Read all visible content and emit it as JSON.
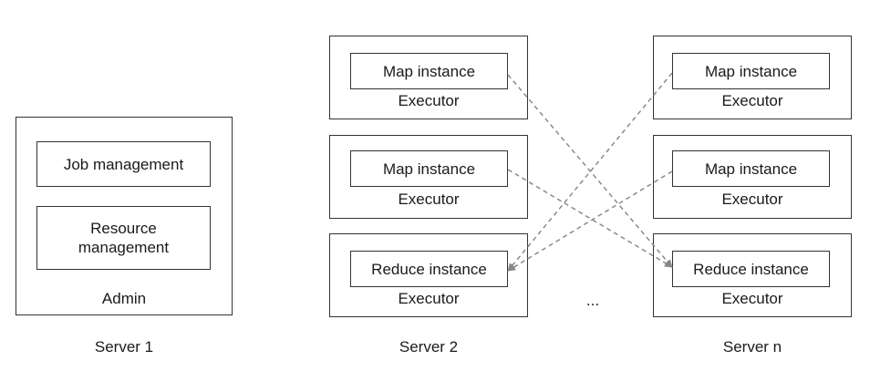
{
  "admin": {
    "job": "Job management",
    "resource_line1": "Resource",
    "resource_line2": "management",
    "label": "Admin",
    "caption": "Server 1"
  },
  "server2": {
    "exec1_inner": "Map instance",
    "exec2_inner": "Map instance",
    "exec3_inner": "Reduce instance",
    "executor_label": "Executor",
    "caption": "Server 2"
  },
  "servern": {
    "exec1_inner": "Map instance",
    "exec2_inner": "Map instance",
    "exec3_inner": "Reduce instance",
    "executor_label": "Executor",
    "caption": "Server n"
  },
  "ellipsis": "..."
}
